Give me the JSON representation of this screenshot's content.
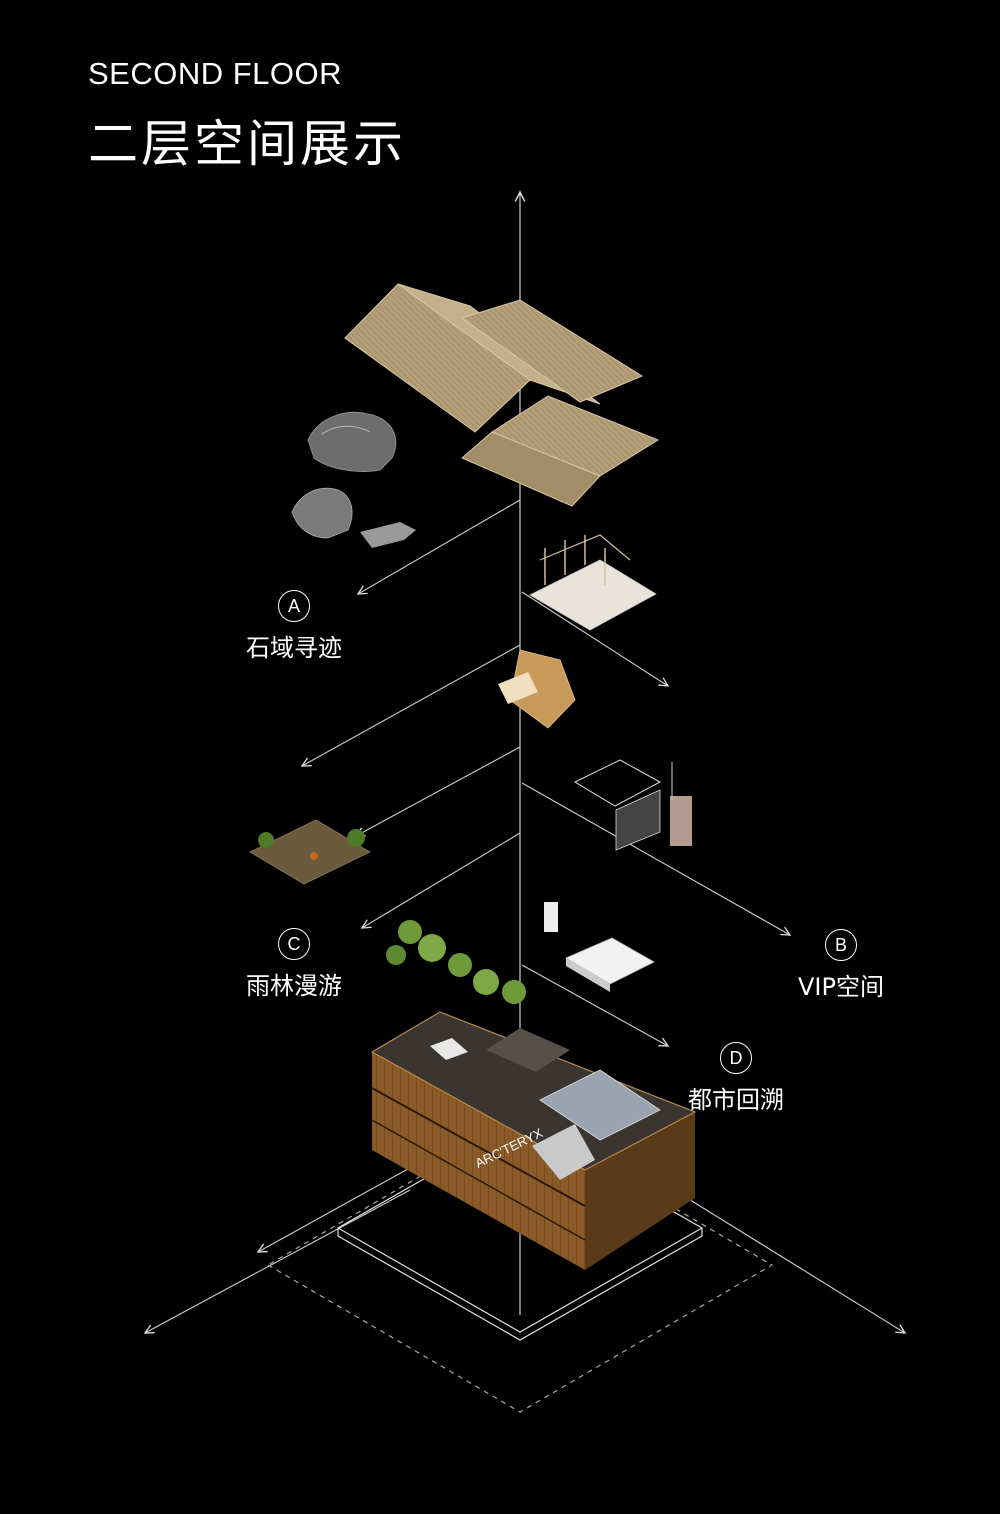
{
  "header": {
    "title_en": "SECOND FLOOR",
    "title_cn": "二层空间展示"
  },
  "zones": [
    {
      "letter": "A",
      "name": "石域寻迹"
    },
    {
      "letter": "B",
      "name": "VIP空间"
    },
    {
      "letter": "C",
      "name": "雨林漫游"
    },
    {
      "letter": "D",
      "name": "都市回溯"
    }
  ],
  "building": {
    "sign_text": "ARC'TERYX"
  },
  "colors": {
    "background": "#000000",
    "line": "#d9d9d9",
    "roof": "#b49e78",
    "wood": "#8a5a28",
    "stone": "#7d7d7d",
    "green": "#6f9a3a"
  }
}
